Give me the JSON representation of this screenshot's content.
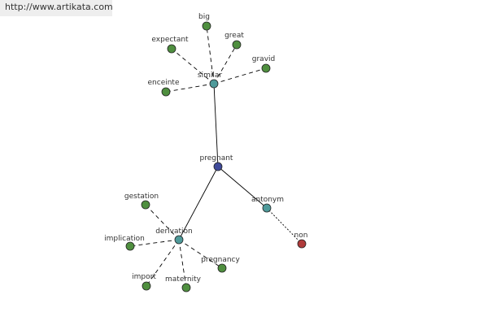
{
  "watermark": "http://www.artikata.com",
  "colors": {
    "center": "#3f4a9a",
    "relation": "#4f9a9a",
    "word": "#4f8f3f",
    "antonym_word": "#b03b3b",
    "edge": "#000000"
  },
  "nodes": [
    {
      "id": "pregnant",
      "label": "pregnant",
      "kind": "center"
    },
    {
      "id": "similar",
      "label": "similar",
      "kind": "relation"
    },
    {
      "id": "derivation",
      "label": "derivation",
      "kind": "relation"
    },
    {
      "id": "antonym",
      "label": "antonym",
      "kind": "relation"
    },
    {
      "id": "big",
      "label": "big",
      "kind": "word"
    },
    {
      "id": "expectant",
      "label": "expectant",
      "kind": "word"
    },
    {
      "id": "great",
      "label": "great",
      "kind": "word"
    },
    {
      "id": "gravid",
      "label": "gravid",
      "kind": "word"
    },
    {
      "id": "enceinte",
      "label": "enceinte",
      "kind": "word"
    },
    {
      "id": "gestation",
      "label": "gestation",
      "kind": "word"
    },
    {
      "id": "implication",
      "label": "implication",
      "kind": "word"
    },
    {
      "id": "pregnancy",
      "label": "pregnancy",
      "kind": "word"
    },
    {
      "id": "import",
      "label": "import",
      "kind": "word"
    },
    {
      "id": "maternity",
      "label": "maternity",
      "kind": "word"
    },
    {
      "id": "non",
      "label": "non",
      "kind": "antonym_word"
    }
  ],
  "edges": [
    {
      "from": "pregnant",
      "to": "similar",
      "style": "solid"
    },
    {
      "from": "pregnant",
      "to": "derivation",
      "style": "solid"
    },
    {
      "from": "pregnant",
      "to": "antonym",
      "style": "solid"
    },
    {
      "from": "similar",
      "to": "big",
      "style": "dashed"
    },
    {
      "from": "similar",
      "to": "expectant",
      "style": "dashed"
    },
    {
      "from": "similar",
      "to": "great",
      "style": "dashed"
    },
    {
      "from": "similar",
      "to": "gravid",
      "style": "dashed"
    },
    {
      "from": "similar",
      "to": "enceinte",
      "style": "dashed"
    },
    {
      "from": "derivation",
      "to": "gestation",
      "style": "dashed"
    },
    {
      "from": "derivation",
      "to": "implication",
      "style": "dashed"
    },
    {
      "from": "derivation",
      "to": "pregnancy",
      "style": "dashed"
    },
    {
      "from": "derivation",
      "to": "import",
      "style": "dashed"
    },
    {
      "from": "derivation",
      "to": "maternity",
      "style": "dashed"
    },
    {
      "from": "antonym",
      "to": "non",
      "style": "dotted"
    }
  ]
}
